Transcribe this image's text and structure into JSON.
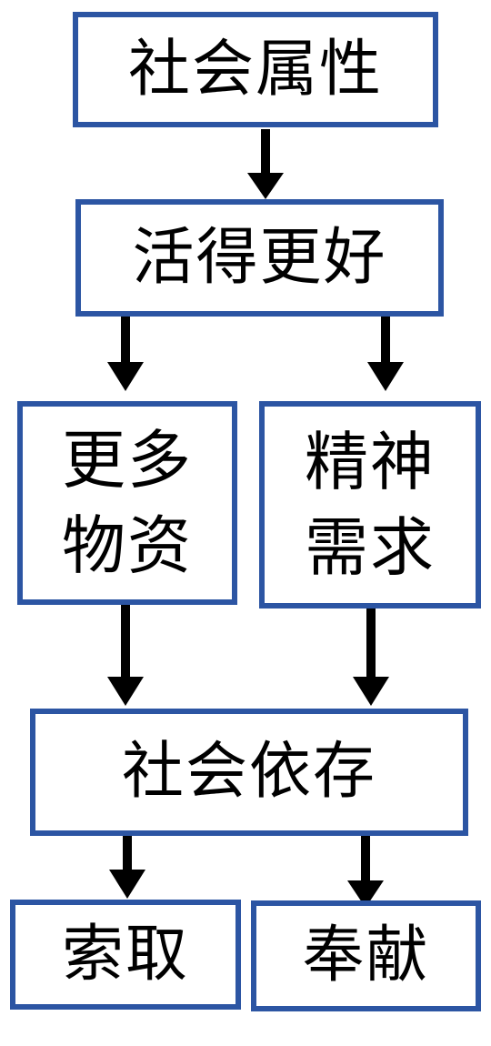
{
  "diagram": {
    "nodes": {
      "social_attribute": "社会属性",
      "live_better": "活得更好",
      "more_material_line1": "更多",
      "more_material_line2": "物资",
      "spiritual_need_line1": "精神",
      "spiritual_need_line2": "需求",
      "social_dependence": "社会依存",
      "take": "索取",
      "contribute": "奉献"
    },
    "edges": [
      [
        "social_attribute",
        "live_better"
      ],
      [
        "live_better",
        "more_material"
      ],
      [
        "live_better",
        "spiritual_need"
      ],
      [
        "more_material",
        "social_dependence"
      ],
      [
        "spiritual_need",
        "social_dependence"
      ],
      [
        "social_dependence",
        "take"
      ],
      [
        "social_dependence",
        "contribute"
      ]
    ],
    "colors": {
      "border": "#2c55a3",
      "arrow": "#000000",
      "text": "#000000",
      "background": "#ffffff"
    }
  }
}
